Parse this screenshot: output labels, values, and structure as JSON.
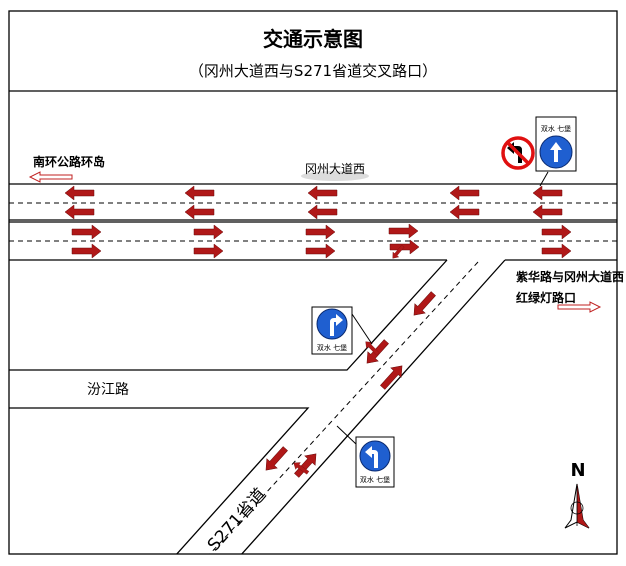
{
  "header": {
    "title": "交通示意图",
    "subtitle": "（冈州大道西与S271省道交叉路口）"
  },
  "roads": {
    "main": "冈州大道西",
    "branch": "汾江路",
    "diagonal": "S271省道"
  },
  "labels": {
    "roundabout": "南环公路环岛",
    "intersection_line1": "紫华路与冈州大道西",
    "intersection_line2": "红绿灯路口"
  },
  "signs": {
    "top": {
      "destination": "双水 七堡",
      "meaning": "straight-only"
    },
    "no_left": {
      "meaning": "no-left-turn"
    },
    "middle": {
      "destination": "双水 七堡",
      "meaning": "right-turn"
    },
    "bottom": {
      "destination": "双水 七堡",
      "meaning": "left-turn"
    }
  },
  "compass": {
    "letter": "N"
  },
  "colors": {
    "arrow": "#b01818",
    "sign_blue": "#1f5fd0",
    "prohibit_red": "#e01010",
    "line": "#000000"
  }
}
